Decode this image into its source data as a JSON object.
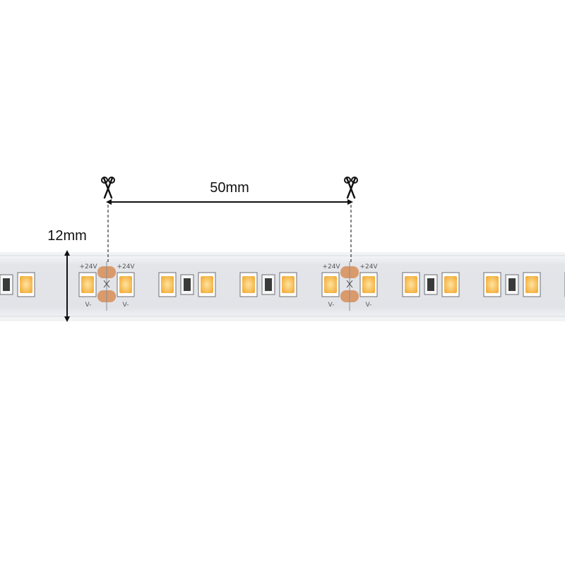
{
  "dimensions": {
    "length_label": "50mm",
    "width_label": "12mm"
  },
  "cut_points": {
    "icon": "scissors-icon",
    "positive_label": "+24V",
    "negative_label": "V-"
  },
  "colors": {
    "led": "#f6b84a",
    "led_center": "#ffd98a",
    "pad": "#d99a6c",
    "strip": "#e4e6ea",
    "strip_edge": "#f3f4f6",
    "resistor": "#3a3a3a",
    "dimension_line": "#111111"
  }
}
